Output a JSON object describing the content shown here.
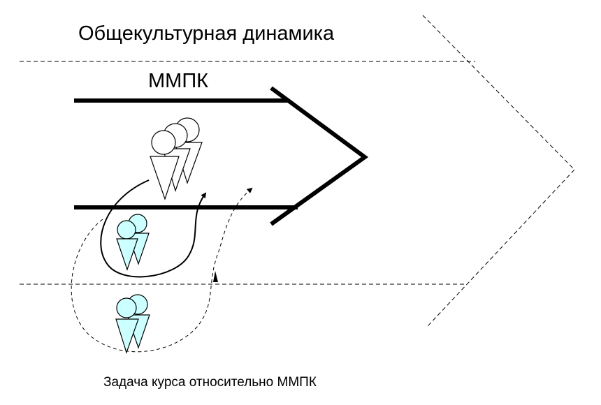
{
  "title": "Общекультурная динамика",
  "band_label": "ММПК",
  "caption": "Задача курса относительно ММПК",
  "colors": {
    "stroke": "#000000",
    "group_main_fill": "#ffffff",
    "group_student_fill": "#ccffff",
    "background": "#ffffff"
  },
  "icons": [
    "person-group-icon",
    "person-group-icon",
    "person-group-icon"
  ]
}
